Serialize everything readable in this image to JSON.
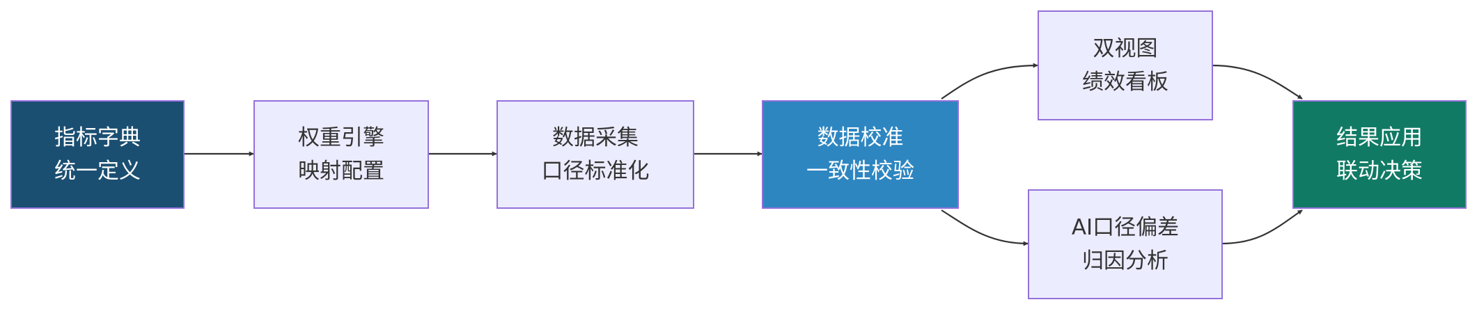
{
  "colors": {
    "node_fill": "#ececff",
    "node_border": "#9370db",
    "node_text": "#333333",
    "dark_fill": "#1b4f72",
    "blue_fill": "#2e86c1",
    "green_fill": "#117a65",
    "edge": "#333333"
  },
  "nodes": {
    "dictionary": {
      "line1": "指标字典",
      "line2": "统一定义"
    },
    "weights": {
      "line1": "权重引擎",
      "line2": "映射配置"
    },
    "collection": {
      "line1": "数据采集",
      "line2": "口径标准化"
    },
    "calibration": {
      "line1": "数据校准",
      "line2": "一致性校验"
    },
    "dashboard": {
      "line1": "双视图",
      "line2": "绩效看板"
    },
    "attribution": {
      "line1": "AI口径偏差",
      "line2": "归因分析"
    },
    "application": {
      "line1": "结果应用",
      "line2": "联动决策"
    }
  },
  "edges": [
    {
      "from": "dictionary",
      "to": "weights"
    },
    {
      "from": "weights",
      "to": "collection"
    },
    {
      "from": "collection",
      "to": "calibration"
    },
    {
      "from": "calibration",
      "to": "dashboard"
    },
    {
      "from": "calibration",
      "to": "attribution"
    },
    {
      "from": "dashboard",
      "to": "application"
    },
    {
      "from": "attribution",
      "to": "application"
    }
  ]
}
